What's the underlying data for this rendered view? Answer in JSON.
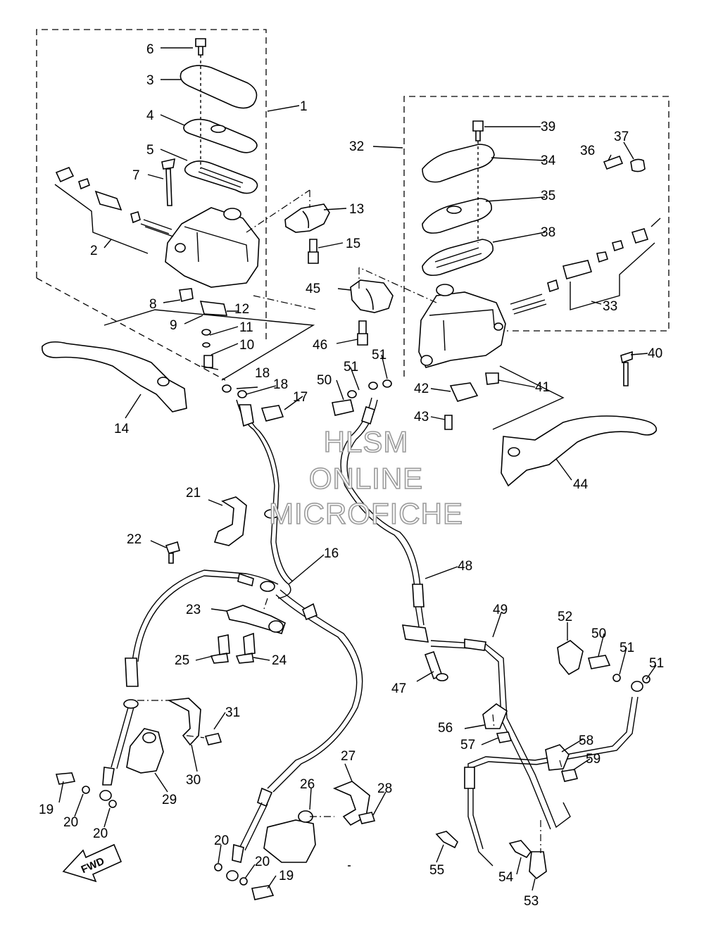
{
  "diagram": {
    "callouts": [
      "1",
      "2",
      "3",
      "4",
      "5",
      "6",
      "7",
      "8",
      "9",
      "10",
      "11",
      "12",
      "13",
      "14",
      "15",
      "16",
      "17",
      "18",
      "18",
      "19",
      "19",
      "20",
      "20",
      "20",
      "20",
      "21",
      "22",
      "23",
      "24",
      "25",
      "26",
      "27",
      "28",
      "29",
      "30",
      "31",
      "32",
      "33",
      "34",
      "35",
      "36",
      "37",
      "38",
      "39",
      "40",
      "41",
      "42",
      "43",
      "44",
      "45",
      "46",
      "47",
      "48",
      "49",
      "50",
      "50",
      "51",
      "51",
      "51",
      "51",
      "52",
      "53",
      "54",
      "55",
      "56",
      "57",
      "58",
      "59"
    ],
    "watermark": [
      "HLSM",
      "ONLINE",
      "MICROFICHE"
    ],
    "fwd_label": "FWD"
  }
}
